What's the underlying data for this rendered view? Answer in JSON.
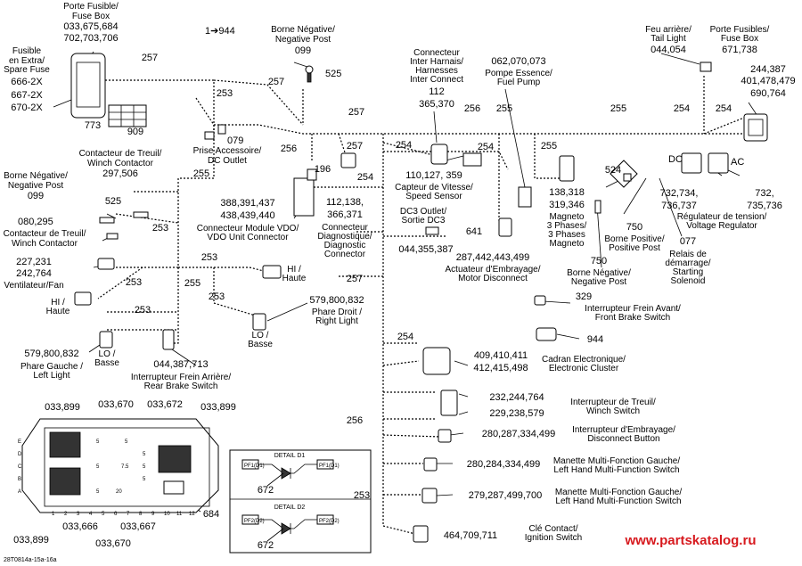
{
  "diagram": {
    "watermark": "www.partskatalog.ru",
    "ref_code": "28T0814a-15a-16a",
    "labels": {
      "fusebox_left": [
        "Porte Fusible/",
        "Fuse Box",
        "033,675,684",
        "702,703,706"
      ],
      "spare_fuse": [
        "Fusible",
        "en Extra/",
        "Spare Fuse",
        "666-2X",
        "667-2X",
        "670-2X"
      ],
      "n773": "773",
      "n909": "909",
      "n944_top": "1➔944",
      "borne_neg_top": [
        "Borne Négative/",
        "Negative Post",
        "099"
      ],
      "n525_top": "525",
      "connecteur_inter": [
        "Connecteur",
        "Inter Harnais/",
        "Harnesses",
        "Inter Connect",
        "112",
        "365,370"
      ],
      "pompe": [
        "062,070,073",
        "Pompe Essence/",
        "Fuel Pump"
      ],
      "feu_arriere": [
        "Feu arrière/",
        "Tail Light",
        "044,054"
      ],
      "porte_fusibles_right": [
        "Porte Fusibles/",
        "Fuse Box",
        "671,738"
      ],
      "right_nums": [
        "244,387",
        "401,478,479",
        "690,764"
      ],
      "prise_acc": [
        "079",
        "Prise Accessoire/",
        "DC Outlet"
      ],
      "n196": "196",
      "n254_a": "254",
      "n254_b": "254",
      "n254_c": "254",
      "n254_d": "254",
      "capteur": [
        "110,127, 359",
        "Capteur de Vitesse/",
        "Speed Sensor"
      ],
      "magneto": [
        "138,318",
        "319,346",
        "Magneto",
        "3 Phases/",
        "3 Phases",
        "Magneto"
      ],
      "n524": "524",
      "dc": "DC",
      "ac": "AC",
      "regulateur": [
        "732,734,",
        "736,737",
        "732,",
        "735,736",
        "Régulateur de tension/",
        "Voltage Regulator"
      ],
      "contacteur_treuil": [
        "Contacteur de Treuil/",
        "Winch Contactor",
        "297,506"
      ],
      "borne_neg_left": [
        "Borne Négative/",
        "Negative Post",
        "099"
      ],
      "n525_left": "525",
      "n080": "080,295",
      "contacteur_treuil2": [
        "Contacteur de Treuil/",
        "Winch Contactor"
      ],
      "ventilateur": [
        "227,231",
        "242,764",
        "Ventilateur/Fan"
      ],
      "module_vdo": [
        "388,391,437",
        "438,439,440",
        "Connecteur Module VDO/",
        "VDO Unit Connector"
      ],
      "diag": [
        "112,138,",
        "366,371",
        "Connecteur",
        "Diagnostique/",
        "Diagnostic",
        "Connector"
      ],
      "dc3": [
        "DC3 Outlet/",
        "Sortie DC3",
        "044,355,387",
        "641"
      ],
      "embrayage_act": [
        "287,442,443,499",
        "Actuateur d'Embrayage/",
        "Motor Disconnect"
      ],
      "borne_pos": [
        "750",
        "Borne Positive/",
        "Positive Post"
      ],
      "relais": [
        "077",
        "Relais de",
        "démarrage/",
        "Starting",
        "Solenoid"
      ],
      "borne_neg_mid": [
        "750",
        "Borne Négative/",
        "Negative Post"
      ],
      "hi_haute_r": [
        "HI /",
        "Haute"
      ],
      "lo_basse_r": [
        "LO /",
        "Basse"
      ],
      "phare_droit": [
        "579,800,832",
        "Phare Droit /",
        "Right Light"
      ],
      "hi_haute_l": [
        "HI /",
        "Haute"
      ],
      "lo_basse_l": [
        "LO /",
        "Basse"
      ],
      "phare_gauche": [
        "579,800,832",
        "Phare Gauche /",
        "Left Light"
      ],
      "frein_arriere": [
        "044,387,713",
        "Interrupteur Frein Arrière/",
        "Rear Brake Switch"
      ],
      "frein_avant": [
        "329",
        "Interrupteur Frein Avant/",
        "Front Brake Switch"
      ],
      "n944_mid": "944",
      "cadran": [
        "409,410,411",
        "412,415,498",
        "Cadran Electronique/",
        "Electronic Cluster"
      ],
      "int_treuil": [
        "232,244,764",
        "229,238,579",
        "Interrupteur de Treuil/",
        "Winch Switch"
      ],
      "int_embrayage": [
        "280,287,334,499",
        "Interrupteur d'Embrayage/",
        "Disconnect Button"
      ],
      "manette_1": [
        "280,284,334,499",
        "Manette Multi-Fonction Gauche/",
        "Left Hand Multi-Function Switch"
      ],
      "manette_2": [
        "279,287,499,700",
        "Manette Multi-Fonction Gauche/",
        "Left Hand Multi-Function Switch"
      ],
      "cle": [
        "464,709,711",
        "Clé Contact/",
        "Ignition Switch"
      ],
      "fusebox_bottom": [
        "033,899",
        "033,670",
        "033,672",
        "033,899",
        "033,899",
        "033,666",
        "033,667",
        "033,670",
        "684"
      ],
      "fuse_cells": [
        "5",
        "5",
        "5",
        "5",
        "7.5",
        "5",
        "5",
        "20",
        "5"
      ],
      "row_letters": [
        "E",
        "D",
        "C",
        "B",
        "A"
      ],
      "col_numbers": [
        "1",
        "2",
        "3",
        "4",
        "5",
        "6",
        "7",
        "8",
        "9",
        "10",
        "11",
        "12"
      ],
      "detail_d1": "DETAIL D1",
      "detail_d2": "DETAIL D2",
      "n672_a": "672",
      "n672_b": "672",
      "pf_labels": [
        "PF1(D1)",
        "PF1(D1)",
        "PF2(D2)",
        "PF2(D2)"
      ],
      "harness_nums": {
        "a257": "257",
        "b257": "257",
        "c257": "257",
        "d257": "257",
        "e257": "257",
        "a253": "253",
        "b253": "253",
        "c253": "253",
        "d253": "253",
        "e253": "253",
        "f253": "253",
        "g253": "253",
        "a255": "255",
        "b255": "255",
        "c255": "255",
        "d255": "255",
        "e255": "255",
        "a256": "256",
        "b256": "256",
        "c256": "256",
        "a254": "254",
        "b254": "254"
      }
    }
  }
}
